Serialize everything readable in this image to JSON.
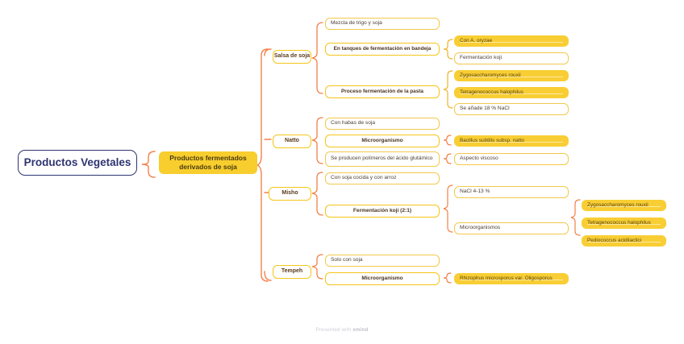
{
  "diagram": {
    "title": "Productos Vegetales",
    "footer_prefix": "Presented with ",
    "footer_brand": "xmind",
    "colors": {
      "root_border": "#2e3470",
      "root_text": "#2e3470",
      "fill_yellow": "#f7ce2e",
      "outline_yellow": "#f2c94c",
      "brace_orange": "#f4804a",
      "brace_yellow": "#f0b429",
      "text_brown": "#4d4034"
    }
  },
  "root": {
    "label": "Productos Vegetales"
  },
  "main_topic": {
    "label": "Productos fermentados\nderivados de soja"
  },
  "branches": [
    {
      "label": "Salsa de soja",
      "children": [
        {
          "label": "Mezcla de trigo y soja",
          "style": "plain",
          "children": []
        },
        {
          "label": "En tanques de fermentación en bandeja",
          "style": "bold",
          "children": [
            {
              "label": "Con A. oryzae",
              "style": "filled"
            },
            {
              "label": "Fermentación koji",
              "style": "plain"
            }
          ]
        },
        {
          "label": "Proceso fermentación de la pasta",
          "style": "bold",
          "children": [
            {
              "label": "Zygosaccharomyces rouxii",
              "style": "filled"
            },
            {
              "label": "Tetragenococcus halophilus",
              "style": "filled"
            },
            {
              "label": "Se añade 18 % NaCl",
              "style": "plain"
            }
          ]
        }
      ]
    },
    {
      "label": "Natto",
      "children": [
        {
          "label": "Con habas de soja",
          "style": "plain",
          "children": []
        },
        {
          "label": "Microorganismo",
          "style": "bold",
          "children": [
            {
              "label": "Bacillus subtilis subsp. natto",
              "style": "filled"
            }
          ]
        },
        {
          "label": "Se producen polímeros del ácido glutámico",
          "style": "plain",
          "children": [
            {
              "label": "Aspecto viscoso",
              "style": "plain"
            }
          ]
        }
      ]
    },
    {
      "label": "Misho",
      "children": [
        {
          "label": "Con soja cocida y con arroz",
          "style": "plain",
          "children": []
        },
        {
          "label": "Fermentación koji (2:1)",
          "style": "bold",
          "children": [
            {
              "label": "NaCl 4-13 %",
              "style": "plain"
            },
            {
              "label": "Microorganismos",
              "style": "plain",
              "children": [
                {
                  "label": "Zygosaccharomyces rouxii",
                  "style": "filled"
                },
                {
                  "label": "Tetragenococcus halophilus",
                  "style": "filled"
                },
                {
                  "label": "Pediococcus acidilactici",
                  "style": "filled"
                }
              ]
            }
          ]
        }
      ]
    },
    {
      "label": "Tempeh",
      "children": [
        {
          "label": "Solo con soja",
          "style": "plain",
          "children": []
        },
        {
          "label": "Microorganismo",
          "style": "bold",
          "children": [
            {
              "label": "Rhizophus microsporus var. Oligosporus",
              "style": "filled"
            }
          ]
        }
      ]
    }
  ]
}
